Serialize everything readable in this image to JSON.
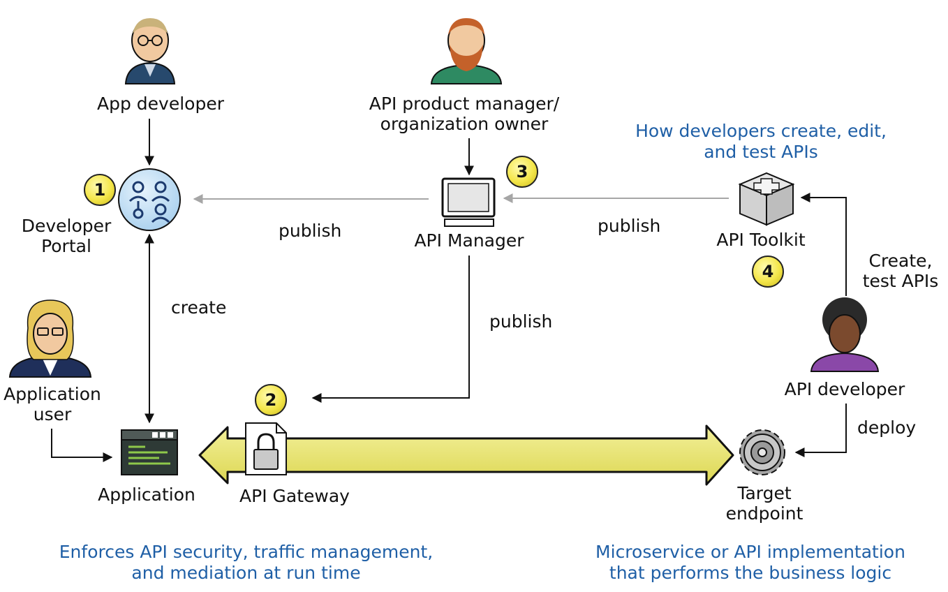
{
  "people": {
    "app_developer": "App developer",
    "product_manager_line1": "API product manager/",
    "product_manager_line2": "organization owner",
    "application_user_line1": "Application",
    "application_user_line2": "user",
    "api_developer": "API developer"
  },
  "components": {
    "developer_portal_line1": "Developer",
    "developer_portal_line2": "Portal",
    "api_manager": "API Manager",
    "api_toolkit": "API Toolkit",
    "application": "Application",
    "api_gateway": "API Gateway",
    "target_endpoint_line1": "Target",
    "target_endpoint_line2": "endpoint"
  },
  "badges": [
    "1",
    "2",
    "3",
    "4"
  ],
  "flows": {
    "publish_portal": "publish",
    "publish_toolkit": "publish",
    "publish_gateway": "publish",
    "create": "create",
    "create_test_line1": "Create,",
    "create_test_line2": "test APIs",
    "deploy": "deploy"
  },
  "notes": {
    "toolkit_line1": "How developers create, edit,",
    "toolkit_line2": "and test APIs",
    "gateway_line1": "Enforces API security, traffic management,",
    "gateway_line2": "and mediation at run time",
    "endpoint_line1": "Microservice or API implementation",
    "endpoint_line2": "that performs the business logic"
  },
  "colors": {
    "note_blue": "#1f5fa6",
    "gray_arrow": "#a6a6a6",
    "gateway_band": "#e8e46e",
    "badge_yellow": "#f4e64a",
    "portal_blue": "#cfe6f7"
  }
}
